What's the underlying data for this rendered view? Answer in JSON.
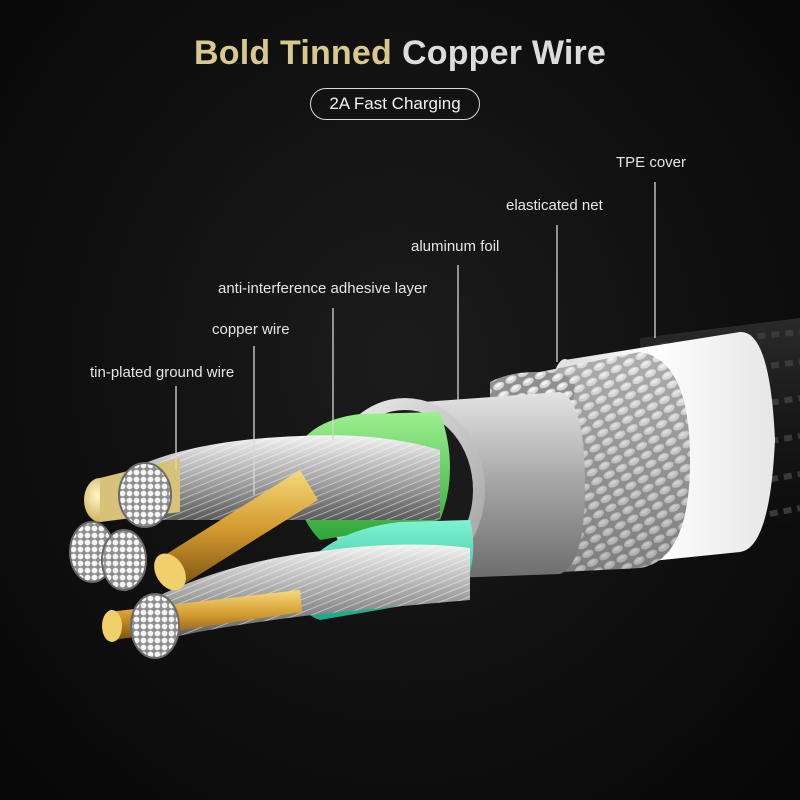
{
  "heading": {
    "part1": "Bold Tinned",
    "part2": "Copper Wire",
    "part1_color": "#d7c98e",
    "part2_color": "#dcdcdc"
  },
  "badge": {
    "text": "2A Fast Charging"
  },
  "callouts": [
    {
      "id": "tpe-cover",
      "text": "TPE cover"
    },
    {
      "id": "elasticated-net",
      "text": "elasticated net"
    },
    {
      "id": "aluminum-foil",
      "text": "aluminum foil"
    },
    {
      "id": "anti-interference-layer",
      "text": "anti-interference adhesive layer"
    },
    {
      "id": "copper-wire",
      "text": "copper wire"
    },
    {
      "id": "tin-plated-ground-wire",
      "text": "tin-plated ground wire"
    }
  ],
  "colors": {
    "background": "#0e0e0e",
    "tpe_cover": "#f4f4f4",
    "foil": "#b9b9b9",
    "adhesive_green": "#5fd35a",
    "adhesive_teal": "#3fd8b0",
    "copper": "#d9a441",
    "strands": "#cfcfcf"
  }
}
